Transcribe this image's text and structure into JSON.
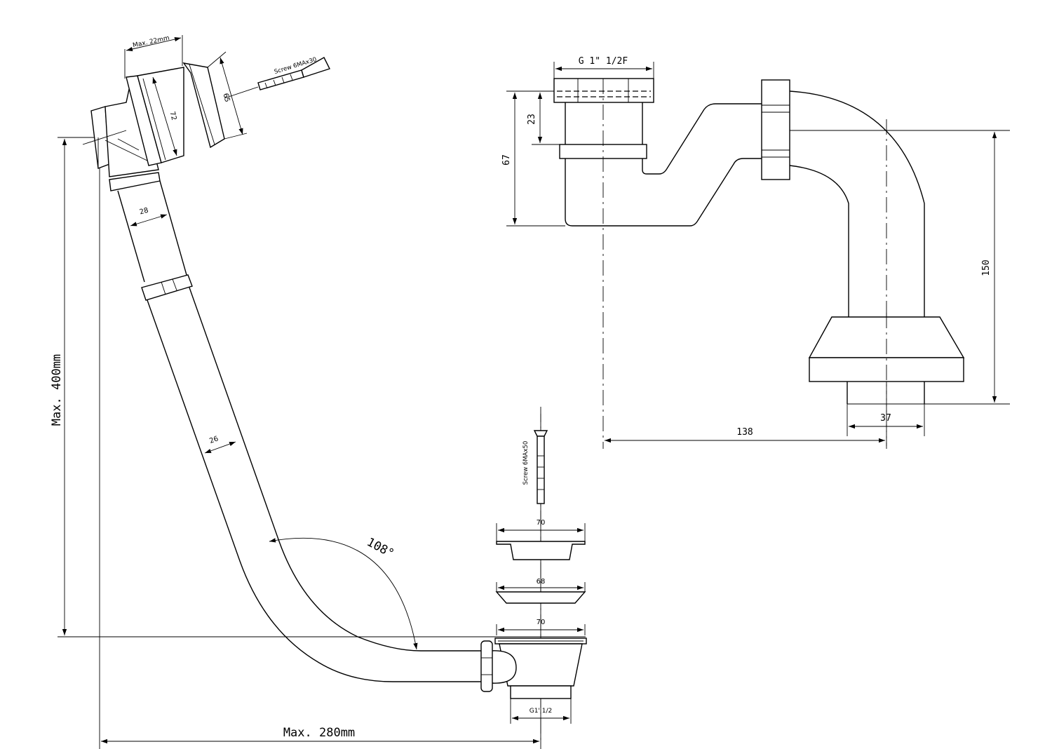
{
  "labels": {
    "max_height": "Max. 400mm",
    "max_width": "Max. 280mm",
    "max_flange": "Max. 22mm",
    "overflow_inner_dia": "72",
    "overflow_outer_dia": "65",
    "screw_top": "Screw 6MAx30",
    "pipe_upper_dia": "28",
    "pipe_lower_dia": "26",
    "bend_angle": "108°",
    "screw_bottom": "Screw 6MAx50",
    "cap_dia": "70",
    "ring_dia": "68",
    "waste_dia": "70",
    "waste_thread": "G1' 1/2",
    "trap_thread": "G  1\" 1/2F",
    "trap_depth_23": "23",
    "trap_depth_67": "67",
    "trap_height_150": "150",
    "trap_offset_138": "138",
    "trap_outlet_37": "37"
  }
}
